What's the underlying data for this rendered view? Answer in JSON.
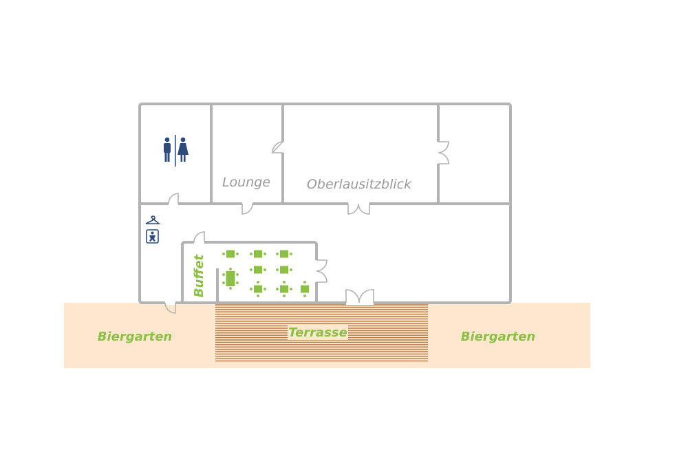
{
  "rooms": {
    "lounge": "Lounge",
    "oberlausitzblick": "Oberlausitzblick",
    "buffet": "Buffet"
  },
  "outdoor": {
    "biergarten_left": "Biergarten",
    "terrasse": "Terrasse",
    "biergarten_right": "Biergarten"
  },
  "icons": [
    "restroom-men-icon",
    "restroom-women-icon",
    "wardrobe-hanger-icon",
    "baby-changing-icon"
  ],
  "colors": {
    "wall": "#b3b3b3",
    "garden": "#fde8cf",
    "deck": "#b9773f",
    "green": "#8cbf45",
    "icon_blue": "#2f4a7c",
    "room_label": "#9a9a9a"
  }
}
